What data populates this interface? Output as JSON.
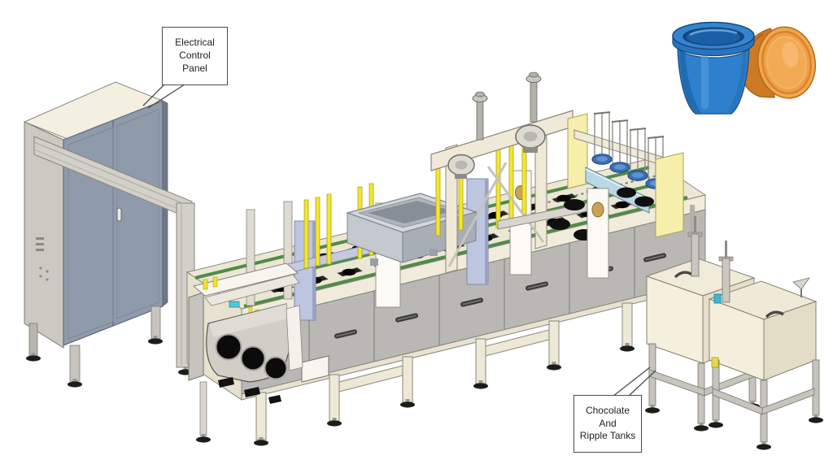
{
  "scene": {
    "background": "#ffffff",
    "description_components": [
      "electrical-control-panel-cabinet",
      "overhead-gantry",
      "cup-denester-drum",
      "conveyor-deck",
      "cup-pockets",
      "filling-hopper",
      "dosing-nozzles",
      "lidding-unit",
      "lid-stack-dispenser",
      "guard-panels",
      "chocolate-ripple-tanks",
      "blue-tub",
      "orange-tub"
    ]
  },
  "callouts": {
    "electrical_panel": {
      "lines": [
        "Electrical",
        "Control",
        "Panel"
      ]
    },
    "tanks": {
      "lines": [
        "Chocolate",
        "And",
        "Ripple Tanks"
      ]
    }
  },
  "colors": {
    "cabinet_doors_bluegray": "#8f9aaa",
    "machine_frame_cream": "#f1ebdb",
    "guard_panels_gray": "#b9b8b4",
    "conveyor_rail_green": "#4e8c46",
    "nozzles_yellow": "#f2e32c",
    "lid_unit_panels_yellow": "#f5efab",
    "guide_beam_lightblue": "#b9d7e6",
    "lids_blue": "#3a6fb5",
    "gold_sight_glass": "#c9a355",
    "tub_blue": "#2f80cc",
    "tub_orange": "#e8953f",
    "tank_body_cream": "#f4efdd"
  }
}
